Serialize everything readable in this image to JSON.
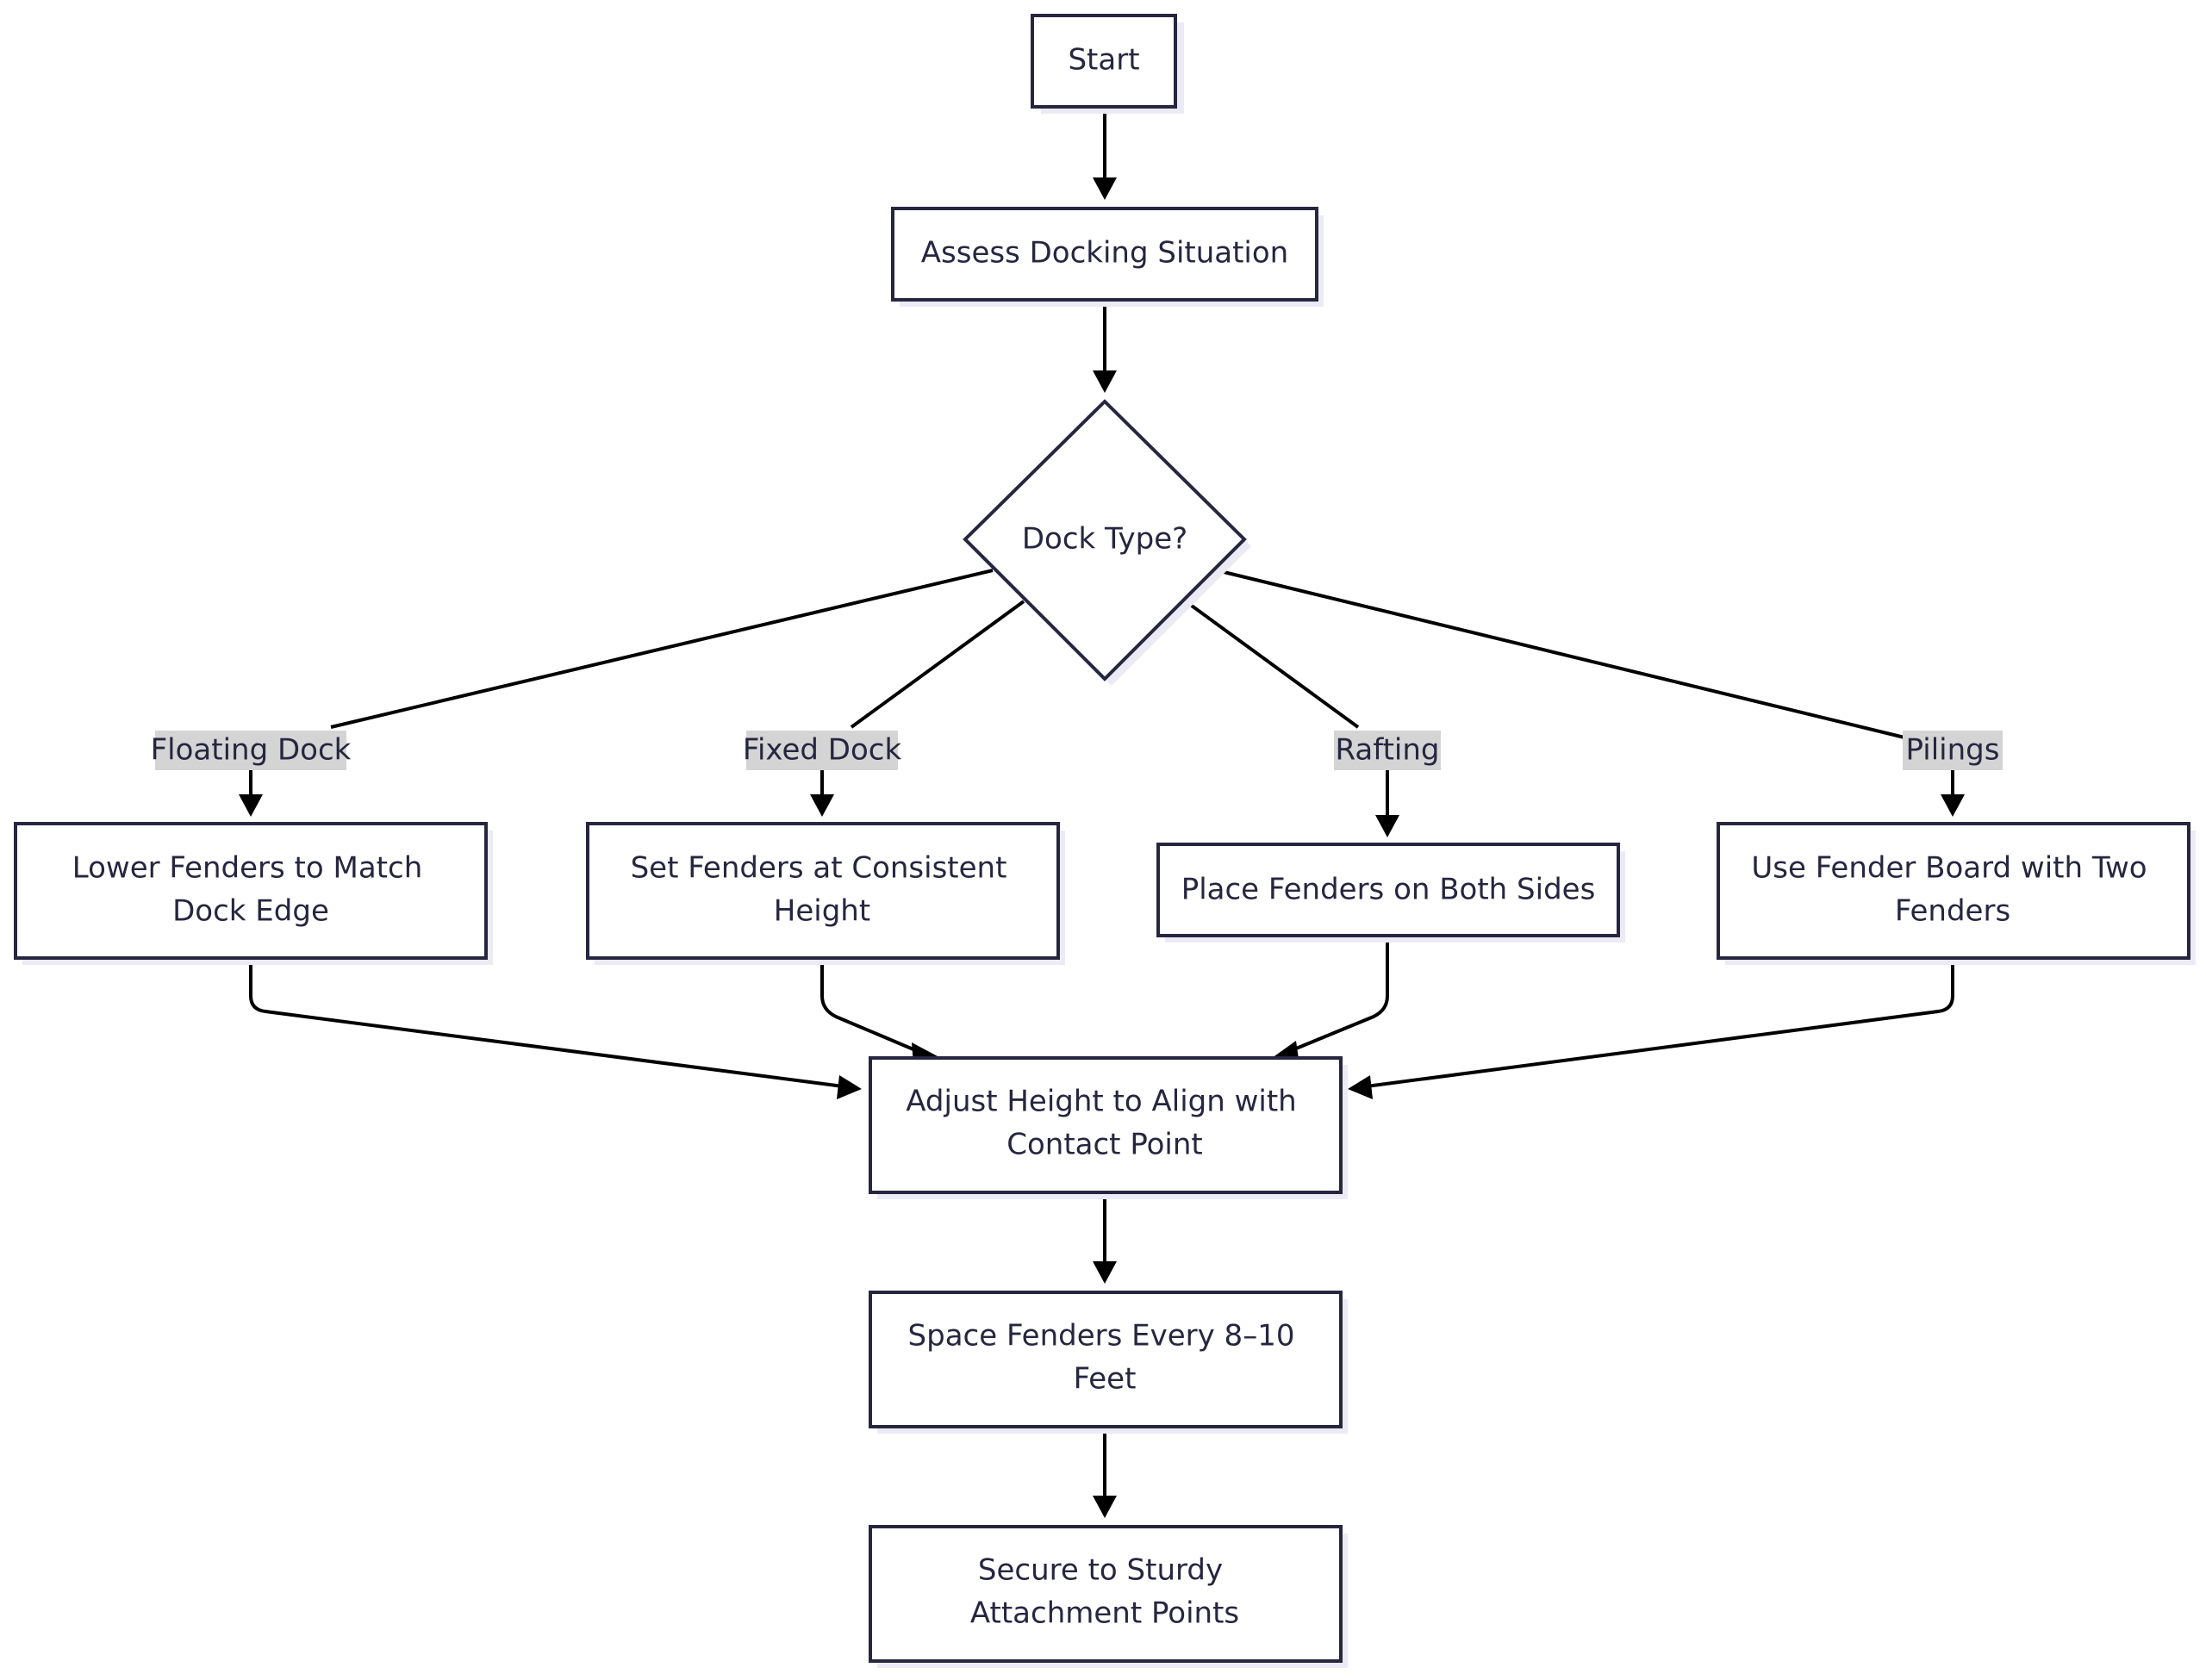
{
  "colors": {
    "node_stroke": "#272640",
    "node_fill": "#ffffff",
    "edge": "#000000",
    "edge_label_bg": "#d4d4d4",
    "text": "#272640"
  },
  "nodes": {
    "start": "Start",
    "assess": "Assess Docking Situation",
    "decision": "Dock Type?",
    "floating_action": [
      "Lower Fenders to Match",
      "Dock Edge"
    ],
    "fixed_action": [
      "Set Fenders at Consistent",
      "Height"
    ],
    "rafting_action": "Place Fenders on Both Sides",
    "pilings_action": [
      "Use Fender Board with Two",
      "Fenders"
    ],
    "adjust": [
      "Adjust Height to Align with",
      "Contact Point"
    ],
    "space": [
      "Space Fenders Every 8–10",
      "Feet"
    ],
    "secure": [
      "Secure to Sturdy",
      "Attachment Points"
    ]
  },
  "edge_labels": {
    "floating": "Floating Dock",
    "fixed": "Fixed Dock",
    "rafting": "Rafting",
    "pilings": "Pilings"
  }
}
